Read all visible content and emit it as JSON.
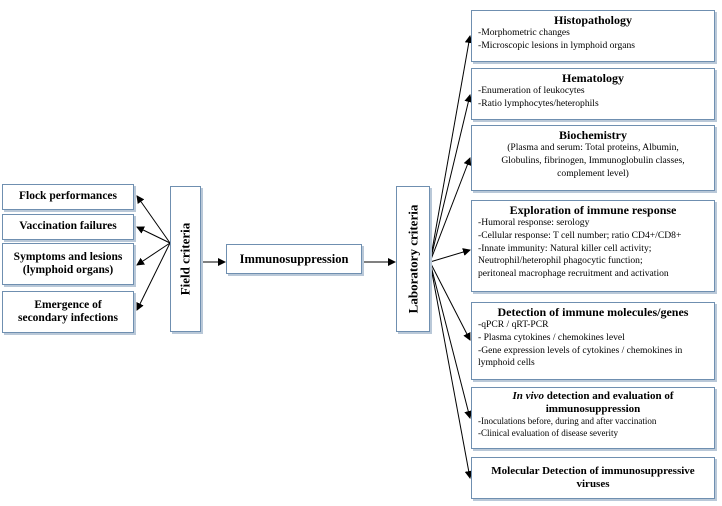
{
  "left": {
    "flock": "Flock performances",
    "vaccination": "Vaccination failures",
    "symptoms_line1": "Symptoms and lesions",
    "symptoms_line2": "(lymphoid organs)",
    "emergence_line1": "Emergence of",
    "emergence_line2": "secondary infections"
  },
  "field_criteria": "Field criteria",
  "immunosuppression": "Immunosuppression",
  "laboratory_criteria": "Laboratory criteria",
  "right": {
    "histopathology": {
      "title": "Histopathology",
      "items": [
        "-Morphometric changes",
        "-Microscopic lesions in lymphoid organs"
      ]
    },
    "hematology": {
      "title": "Hematology",
      "items": [
        "-Enumeration of leukocytes",
        "-Ratio lymphocytes/heterophils"
      ]
    },
    "biochemistry": {
      "title": "Biochemistry",
      "lines": [
        "(Plasma and serum: Total proteins, Albumin,",
        "Globulins, fibrinogen, Immunoglobulin classes,",
        "complement level)"
      ]
    },
    "exploration": {
      "title": "Exploration of immune response",
      "items": [
        "-Humoral response: serology",
        "-Cellular response: T cell number; ratio CD4+/CD8+",
        "-Innate immunity: Natural killer cell activity;",
        "Neutrophil/heterophil phagocytic function;",
        "peritoneal macrophage recruitment and activation"
      ]
    },
    "detection": {
      "title": "Detection of immune molecules/genes",
      "items": [
        "-qPCR / qRT-PCR",
        "- Plasma cytokines / chemokines level",
        "-Gene expression levels of cytokines / chemokines in",
        "lymphoid cells"
      ]
    },
    "invivo": {
      "title_italic": "In vivo",
      "title_rest_1": " detection and evaluation of",
      "title_rest_2": "immunosuppression",
      "items": [
        "-Inoculations before, during and after vaccination",
        "-Clinical evaluation of disease severity"
      ]
    },
    "molecular": {
      "title_1": "Molecular Detection of immunosuppressive",
      "title_2": "viruses"
    }
  }
}
